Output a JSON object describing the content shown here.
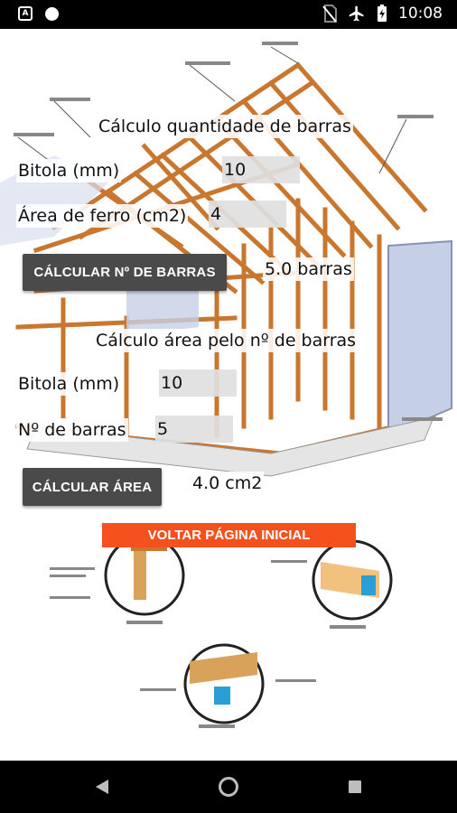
{
  "status_bar": {
    "time": "10:08",
    "icons": [
      "android-a-icon",
      "circle-icon",
      "no-sim-icon",
      "airplane-icon",
      "battery-charging-icon"
    ]
  },
  "section1": {
    "title": "Cálculo quantidade de barras",
    "bitola_label": "Bitola (mm)",
    "bitola_value": "10",
    "area_label": "Área de ferro (cm2)",
    "area_value": "4",
    "button_label": "CÁLCULAR Nº DE BARRAS",
    "result": "5.0 barras"
  },
  "section2": {
    "title": "Cálculo área pelo nº de barras",
    "bitola_label": "Bitola (mm)",
    "bitola_value": "10",
    "barras_label": "Nº de barras",
    "barras_value": "5",
    "button_label": "CÁLCULAR ÁREA",
    "result": "4.0 cm2"
  },
  "back_button": {
    "label": "VOLTAR PÁGINA INICIAL"
  },
  "colors": {
    "accent": "#f4511e",
    "button": "#4a4a4a",
    "field": "#e0e0e0"
  },
  "nav": {
    "icons": [
      "back-icon",
      "home-icon",
      "recents-icon"
    ]
  }
}
